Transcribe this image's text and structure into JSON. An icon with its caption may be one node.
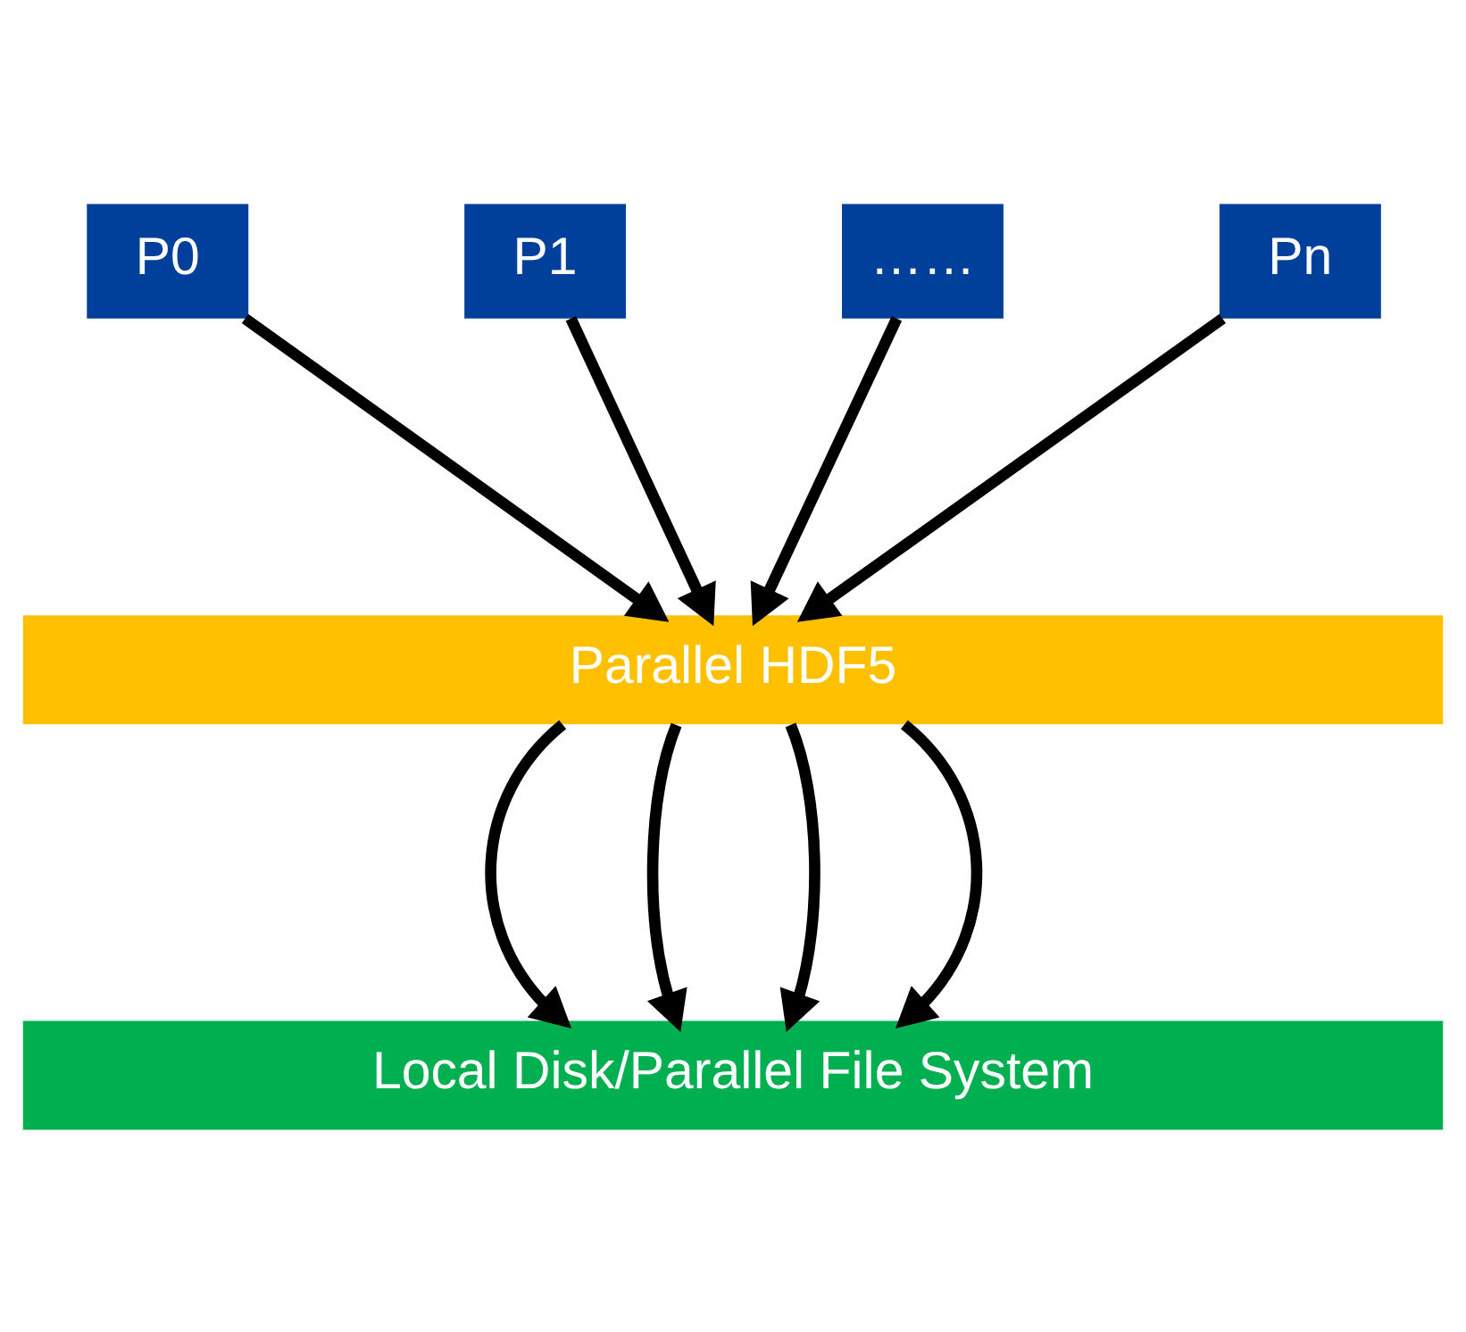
{
  "diagram": {
    "nodes": [
      {
        "text": [
          "P0"
        ]
      },
      {
        "text": [
          "P1"
        ]
      },
      {
        "text": [
          "……"
        ]
      },
      {
        "text": [
          "Pn"
        ]
      },
      {
        "text": [
          "Parallel HDF5"
        ]
      },
      {
        "text": [
          "Local Disk/Parallel File System"
        ]
      }
    ],
    "edges": [
      {
        "from": 0,
        "to": 4,
        "arrow": "to"
      },
      {
        "from": 1,
        "to": 4,
        "arrow": "to"
      },
      {
        "from": 2,
        "to": 4,
        "arrow": "to"
      },
      {
        "from": 3,
        "to": 4,
        "arrow": "to"
      },
      {
        "from": 4,
        "to": 5,
        "arrow": "to"
      },
      {
        "from": 4,
        "to": 5,
        "arrow": "to"
      },
      {
        "from": 4,
        "to": 5,
        "arrow": "to"
      },
      {
        "from": 4,
        "to": 5,
        "arrow": "to"
      }
    ]
  }
}
